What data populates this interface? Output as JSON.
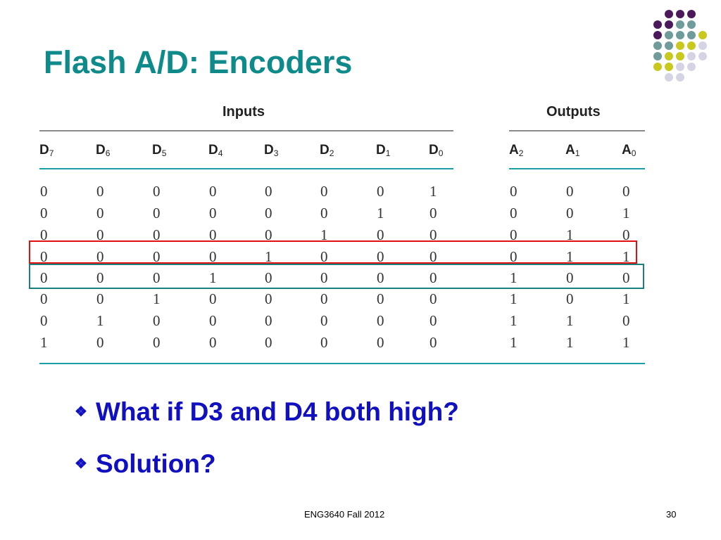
{
  "slide": {
    "title": "Flash A/D: Encoders",
    "colors": {
      "title": "#0f8a8a",
      "bullet": "#1010c0",
      "red_box": "#e01010",
      "teal_box": "#1a7f7f"
    }
  },
  "table": {
    "inputs_label": "Inputs",
    "outputs_label": "Outputs",
    "input_headers": [
      {
        "base": "D",
        "sub": "7"
      },
      {
        "base": "D",
        "sub": "6"
      },
      {
        "base": "D",
        "sub": "5"
      },
      {
        "base": "D",
        "sub": "4"
      },
      {
        "base": "D",
        "sub": "3"
      },
      {
        "base": "D",
        "sub": "2"
      },
      {
        "base": "D",
        "sub": "1"
      },
      {
        "base": "D",
        "sub": "0"
      }
    ],
    "output_headers": [
      {
        "base": "A",
        "sub": "2"
      },
      {
        "base": "A",
        "sub": "1"
      },
      {
        "base": "A",
        "sub": "0"
      }
    ],
    "rows": [
      [
        "0",
        "0",
        "0",
        "0",
        "0",
        "0",
        "0",
        "1",
        "0",
        "0",
        "0"
      ],
      [
        "0",
        "0",
        "0",
        "0",
        "0",
        "0",
        "1",
        "0",
        "0",
        "0",
        "1"
      ],
      [
        "0",
        "0",
        "0",
        "0",
        "0",
        "1",
        "0",
        "0",
        "0",
        "1",
        "0"
      ],
      [
        "0",
        "0",
        "0",
        "0",
        "1",
        "0",
        "0",
        "0",
        "0",
        "1",
        "1"
      ],
      [
        "0",
        "0",
        "0",
        "1",
        "0",
        "0",
        "0",
        "0",
        "1",
        "0",
        "0"
      ],
      [
        "0",
        "0",
        "1",
        "0",
        "0",
        "0",
        "0",
        "0",
        "1",
        "0",
        "1"
      ],
      [
        "0",
        "1",
        "0",
        "0",
        "0",
        "0",
        "0",
        "0",
        "1",
        "1",
        "0"
      ],
      [
        "1",
        "0",
        "0",
        "0",
        "0",
        "0",
        "0",
        "0",
        "1",
        "1",
        "1"
      ]
    ]
  },
  "bullets": [
    {
      "icon": "diamond-bullet-icon",
      "text": "What if D3 and D4 both high?"
    },
    {
      "icon": "diamond-bullet-icon",
      "text": "Solution?"
    }
  ],
  "footer": {
    "course": "ENG3640 Fall 2012",
    "page": "30"
  }
}
